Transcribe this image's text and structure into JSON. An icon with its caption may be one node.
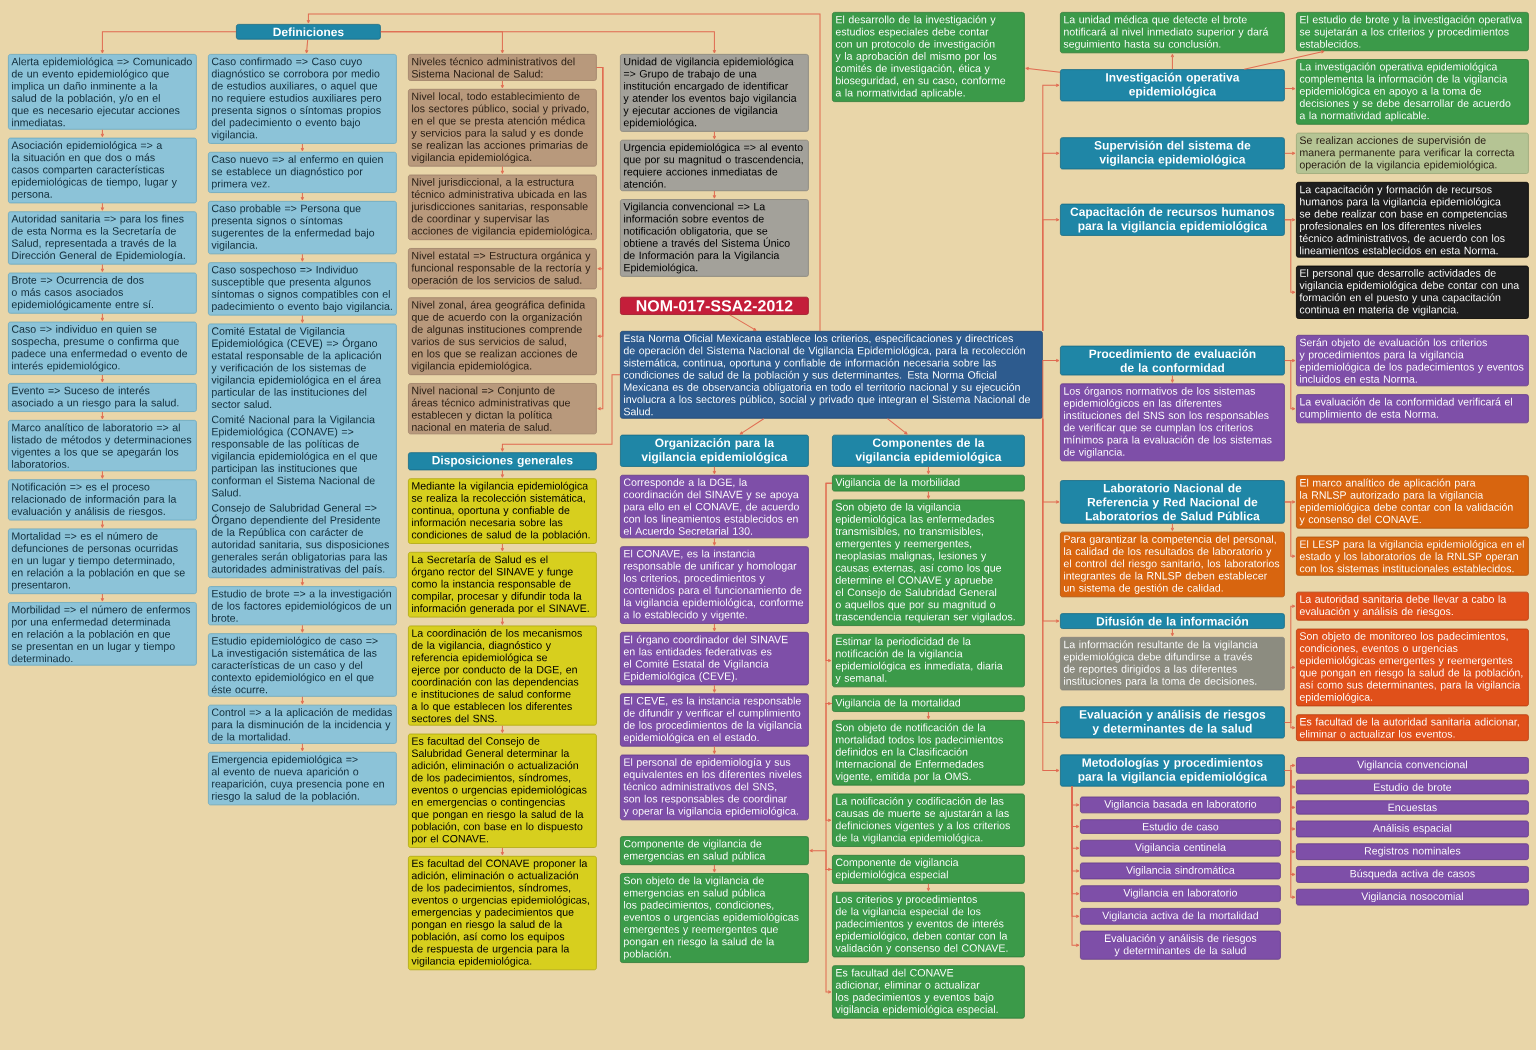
{
  "diagram": {
    "nodes": [
      {
        "text": [
          "NOM-017-SSA2-2012"
        ]
      },
      {
        "text": [
          "Esta Norma Oficial Mexicana establece los criterios, especificaciones y directrices de operación del Sistema Nacional de Vigilancia Epidemiológica, para la recolección sistemática, continua, oportuna y confiable de información necesaria sobre las condiciones de salud de la población y sus determinantes. Esta Norma Oficial Mexicana es de observancia obligatoria en todo el territorio nacional y su ejecución involucra a los sectores público, social y privado que integran el Sistema Nacional de Salud."
        ]
      },
      {
        "text": [
          "Definiciones"
        ]
      },
      {
        "text": [
          "Alerta epidemiológica => Comunicado de un evento epidemiológico que implica un daño inminente a la salud de la población, y/o en el que es necesario ejecutar acciones inmediatas."
        ]
      },
      {
        "text": [
          "Asociación epidemiológica => a la situación en que dos o más casos comparten características epidemiológicas de tiempo, lugar y persona."
        ]
      },
      {
        "text": [
          "Autoridad sanitaria => para los fines de esta Norma es la Secretaría de Salud, representada a través de la Dirección General de Epidemiología."
        ]
      },
      {
        "text": [
          "Brote => Ocurrencia de dos o más casos asociados epidemiológicamente entre sí."
        ]
      },
      {
        "text": [
          "Caso => individuo en quien se sospecha, presume o confirma que padece una enfermedad o evento de interés epidemiológico."
        ]
      },
      {
        "text": [
          "Evento => Suceso de interés asociado a un riesgo para la salud."
        ]
      },
      {
        "text": [
          "Marco analítico de laboratorio => al listado de métodos y determinaciones vigentes a los que se apegarán los laboratorios."
        ]
      },
      {
        "text": [
          "Notificación => es el proceso relacionado de información para la evaluación y análisis de riesgos."
        ]
      },
      {
        "text": [
          "Mortalidad => es el número de defunciones de personas ocurridas en un lugar y tiempo determinado, en relación a la población en que se presentaron."
        ]
      },
      {
        "text": [
          "Morbilidad => el número de enfermos por una enfermedad determinada en relación a la población en que se presentan en un lugar y tiempo determinado."
        ]
      },
      {
        "text": [
          "Caso confirmado => Caso cuyo diagnóstico se corrobora por medio de estudios auxiliares, o aquel que no requiere estudios auxiliares pero presenta signos o síntomas propios del padecimiento o evento bajo vigilancia."
        ]
      },
      {
        "text": [
          "Caso nuevo => al enfermo en quien se establece un diagnóstico por primera vez."
        ]
      },
      {
        "text": [
          "Caso probable => Persona que presenta signos o síntomas sugerentes de la enfermedad bajo vigilancia."
        ]
      },
      {
        "text": [
          "Caso sospechoso => Individuo susceptible que presenta algunos síntomas o signos compatibles con el padecimiento o evento bajo vigilancia."
        ]
      },
      {
        "text": [
          "Comité Estatal de Vigilancia Epidemiológica (CEVE) => Órgano estatal responsable de la aplicación y verificación de los sistemas de vigilancia epidemiológica en el área particular de las instituciones del sector salud.",
          "Comité Nacional para la Vigilancia Epidemiológica (CONAVE) => responsable de las políticas de vigilancia epidemiológica en el que participan las instituciones que conforman el Sistema Nacional de Salud.",
          "Consejo de Salubridad General => Órgano dependiente del Presidente de la República con carácter de autoridad sanitaria, sus disposiciones generales serán obligatorias para las autoridades administrativas del país."
        ]
      },
      {
        "text": [
          "Estudio de brote => a la investigación de los factores epidemiológicos de un brote."
        ]
      },
      {
        "text": [
          "Estudio epidemiológico de caso => La investigación sistemática de las características de un caso y del contexto epidemiológico en el que éste ocurre."
        ]
      },
      {
        "text": [
          "Control => a la aplicación de medidas para la disminución de la incidencia y de la mortalidad."
        ]
      },
      {
        "text": [
          "Emergencia epidemiológica => al evento de nueva aparición o reaparición, cuya presencia pone en riesgo la salud de la población."
        ]
      },
      {
        "text": [
          "Niveles técnico administrativos del Sistema Nacional de Salud:"
        ]
      },
      {
        "text": [
          "Nivel local, todo establecimiento de los sectores público, social y privado, en el que se presta atención médica y servicios para la salud y es donde se realizan las acciones primarias de vigilancia epidemiológica."
        ]
      },
      {
        "text": [
          "Nivel jurisdiccional, a la estructura técnico administrativa ubicada en las jurisdicciones sanitarias, responsable de coordinar y supervisar las acciones de vigilancia epidemiológica."
        ]
      },
      {
        "text": [
          "Nivel estatal => Estructura orgánica y funcional responsable de la rectoría y operación de los servicios de salud."
        ]
      },
      {
        "text": [
          "Nivel zonal, área geográfica definida que de acuerdo con la organización de algunas instituciones comprende varios de sus servicios de salud, en los que se realizan acciones de vigilancia epidemiológica."
        ]
      },
      {
        "text": [
          "Nivel nacional => Conjunto de áreas técnico administrativas que establecen y dictan la política nacional en materia de salud."
        ]
      },
      {
        "text": [
          "Unidad de vigilancia epidemiológica => Grupo de trabajo de una institución encargado de identificar y atender los eventos bajo vigilancia y ejecutar acciones de vigilancia epidemiológica."
        ]
      },
      {
        "text": [
          "Urgencia epidemiológica => al evento que por su magnitud o trascendencia, requiere acciones inmediatas de atención."
        ]
      },
      {
        "text": [
          "Vigilancia convencional => La información sobre eventos de notificación obligatoria, que se obtiene a través del Sistema Único de Información para la Vigilancia Epidemiológica."
        ]
      },
      {
        "text": [
          "Disposiciones generales"
        ]
      },
      {
        "text": [
          "Mediante la vigilancia epidemiológica se realiza la recolección sistemática, continua, oportuna y confiable de información necesaria sobre las condiciones de salud de la población."
        ]
      },
      {
        "text": [
          "La Secretaría de Salud es el órgano rector del SINAVE y funge como la instancia responsable de compilar, procesar y difundir toda la información generada por el SINAVE."
        ]
      },
      {
        "text": [
          "La coordinación de los mecanismos de la vigilancia, diagnóstico y referencia epidemiológica se ejerce por conducto de la DGE, en coordinación con las dependencias e instituciones de salud conforme a lo que establecen los diferentes sectores del SNS."
        ]
      },
      {
        "text": [
          "Es facultad del Consejo de Salubridad General determinar la adición, eliminación o actualización de los padecimientos, síndromes, eventos o urgencias epidemiológicas en emergencias o contingencias que pongan en riesgo la salud de la población, con base en lo dispuesto por el CONAVE."
        ]
      },
      {
        "text": [
          "Es facultad del CONAVE proponer la adición, eliminación o actualización de los padecimientos, síndromes, eventos o urgencias epidemiológicas, emergencias y padecimientos que pongan en riesgo la salud de la población, así como los equipos de respuesta de urgencia para la vigilancia epidemiológica."
        ]
      },
      {
        "text": [
          "Organización para la vigilancia epidemiológica"
        ]
      },
      {
        "text": [
          "Corresponde a la DGE, la coordinación del SINAVE y se apoya para ello en el CONAVE, de acuerdo con los lineamientos establecidos en el Acuerdo Secretarial 130."
        ]
      },
      {
        "text": [
          "El CONAVE, es la instancia responsable de unificar y homologar los criterios, procedimientos y contenidos para el funcionamiento de la vigilancia epidemiológica, conforme a lo establecido y vigente."
        ]
      },
      {
        "text": [
          "El órgano coordinador del SINAVE en las entidades federativas es el Comité Estatal de Vigilancia Epidemiológica (CEVE)."
        ]
      },
      {
        "text": [
          "El CEVE, es la instancia responsable de difundir y verificar el cumplimiento de los procedimientos de la vigilancia epidemiológica en el estado."
        ]
      },
      {
        "text": [
          "El personal de epidemiología y sus equivalentes en los diferentes niveles técnico administrativos del SNS, son los responsables de coordinar y operar la vigilancia epidemiológica."
        ]
      },
      {
        "text": [
          "Componentes de la vigilancia epidemiológica"
        ]
      },
      {
        "text": [
          "Vigilancia de la morbilidad"
        ]
      },
      {
        "text": [
          "Son objeto de la vigilancia epidemiológica las enfermedades transmisibles, no transmisibles, emergentes y reemergentes, neoplasias malignas, lesiones y causas externas, así como los que determine el CONAVE y apruebe el Consejo de Salubridad General o aquellos que por su magnitud o trascendencia requieran ser vigilados."
        ]
      },
      {
        "text": [
          "Estimar la periodicidad de la notificación de la vigilancia epidemiológica es inmediata, diaria y semanal."
        ]
      },
      {
        "text": [
          "Vigilancia de la mortalidad"
        ]
      },
      {
        "text": [
          "Son objeto de notificación de la mortalidad todos los padecimientos definidos en la Clasificación Internacional de Enfermedades vigente, emitida por la OMS."
        ]
      },
      {
        "text": [
          "La notificación y codificación de las causas de muerte se ajustarán a las definiciones vigentes y a los criterios de la vigilancia epidemiológica."
        ]
      },
      {
        "text": [
          "Los criterios y procedimientos de la vigilancia especial de los padecimientos y eventos de interés epidemiológico, deben contar con la validación y consenso del CONAVE."
        ]
      },
      {
        "text": [
          "Componente de vigilancia epidemiológica especial"
        ]
      },
      {
        "text": [
          "Es facultad del CONAVE adicionar, eliminar o actualizar los padecimientos y eventos bajo vigilancia epidemiológica especial."
        ]
      },
      {
        "text": [
          "Componente de vigilancia de emergencias en salud pública"
        ]
      },
      {
        "text": [
          "Son objeto de la vigilancia de emergencias en salud pública los padecimientos, condiciones, eventos o urgencias epidemiológicas emergentes y reemergentes que pongan en riesgo la salud de la población."
        ]
      },
      {
        "text": [
          "Investigación operativa epidemiológica"
        ]
      },
      {
        "text": [
          "El desarrollo de la investigación y estudios especiales debe contar con un protocolo de investigación y la aprobación del mismo por los comités de investigación, ética y bioseguridad, en su caso, conforme a la normatividad aplicable."
        ]
      },
      {
        "text": [
          "La unidad médica que detecte el brote notificará al nivel inmediato superior y dará seguimiento hasta su conclusión."
        ]
      },
      {
        "text": [
          "El estudio de brote y la investigación operativa se sujetarán a los criterios y procedimientos establecidos."
        ]
      },
      {
        "text": [
          "La investigación operativa epidemiológica complementa la información de la vigilancia epidemiológica en apoyo a la toma de decisiones y se debe desarrollar de acuerdo a la normatividad aplicable."
        ]
      },
      {
        "text": [
          "Supervisión del sistema de vigilancia epidemiológica"
        ]
      },
      {
        "text": [
          "Se realizan acciones de supervisión de manera permanente para verificar la correcta operación de la vigilancia epidemiológica."
        ]
      },
      {
        "text": [
          "Capacitación de recursos humanos para la vigilancia epidemiológica"
        ]
      },
      {
        "text": [
          "La capacitación y formación de recursos humanos para la vigilancia epidemiológica se debe realizar con base en competencias profesionales en los diferentes niveles técnico administrativos, de acuerdo con los lineamientos establecidos en esta Norma."
        ]
      },
      {
        "text": [
          "El personal que desarrolle actividades de vigilancia epidemiológica debe contar con una formación en el puesto y una capacitación continua en materia de vigilancia."
        ]
      },
      {
        "text": [
          "Los órganos normativos de los sistemas epidemiológicos en las diferentes instituciones del SNS son los responsables de verificar que se cumplan los criterios mínimos para la evaluación de los sistemas de vigilancia."
        ]
      },
      {
        "text": [
          "Serán objeto de evaluación los criterios y procedimientos para la vigilancia epidemiológica de los padecimientos y eventos incluidos en esta Norma."
        ]
      },
      {
        "text": [
          "La evaluación de la conformidad verificará el cumplimiento de esta Norma."
        ]
      },
      {
        "text": [
          "Procedimiento de evaluación de la conformidad"
        ]
      },
      {
        "text": [
          "Para garantizar la competencia del personal, la calidad de los resultados de laboratorio y el control del riesgo sanitario, los laboratorios integrantes de la RNLSP deben establecer un sistema de gestión de calidad."
        ]
      },
      {
        "text": [
          "El marco analítico de aplicación para la RNLSP autorizado para la vigilancia epidemiológica debe contar con la validación y consenso del CONAVE."
        ]
      },
      {
        "text": [
          "El LESP para la vigilancia epidemiológica en el estado y los laboratorios de la RNLSP operan con los sistemas institucionales establecidos."
        ]
      },
      {
        "text": [
          "Laboratorio Nacional de Referencia y Red Nacional de Laboratorios de Salud Pública"
        ]
      },
      {
        "text": [
          "La información resultante de la vigilancia epidemiológica debe difundirse a través de reportes dirigidos a las diferentes instituciones para la toma de decisiones."
        ]
      },
      {
        "text": [
          "Difusión de la información"
        ]
      },
      {
        "text": [
          "La autoridad sanitaria debe llevar a cabo la evaluación y análisis de riesgos."
        ]
      },
      {
        "text": [
          "Son objeto de monitoreo los padecimientos, condiciones, eventos o urgencias epidemiológicas emergentes y reemergentes que pongan en riesgo la salud de la población, así como sus determinantes, para la vigilancia epidemiológica."
        ]
      },
      {
        "text": [
          "Evaluación y análisis de riesgos y determinantes de la salud"
        ]
      },
      {
        "text": [
          "Es facultad de la autoridad sanitaria adicionar, eliminar o actualizar los eventos."
        ]
      },
      {
        "text": [
          "Metodologías y procedimientos para la vigilancia epidemiológica"
        ]
      },
      {
        "text": [
          "Vigilancia basada en laboratorio"
        ]
      },
      {
        "text": [
          "Vigilancia convencional"
        ]
      },
      {
        "text": [
          "Estudio de brote"
        ]
      },
      {
        "text": [
          "Estudio de caso"
        ]
      },
      {
        "text": [
          "Encuestas"
        ]
      },
      {
        "text": [
          "Vigilancia centinela"
        ]
      },
      {
        "text": [
          "Análisis espacial"
        ]
      },
      {
        "text": [
          "Vigilancia sindromática"
        ]
      },
      {
        "text": [
          "Registros nominales"
        ]
      },
      {
        "text": [
          "Búsqueda activa de casos"
        ]
      },
      {
        "text": [
          "Vigilancia nosocomial"
        ]
      },
      {
        "text": [
          "Vigilancia en laboratorio"
        ]
      },
      {
        "text": [
          "Vigilancia activa de la mortalidad"
        ]
      },
      {
        "text": [
          "Evaluación y análisis de riesgos y determinantes de la salud"
        ]
      }
    ],
    "edges": [
      {
        "from": 0,
        "to": 1,
        "arrow": "to"
      },
      {
        "from": 1,
        "to": 2,
        "arrow": "to"
      },
      {
        "from": 1,
        "to": 31,
        "arrow": "to"
      },
      {
        "from": 1,
        "to": 37,
        "arrow": "to"
      },
      {
        "from": 1,
        "to": 43,
        "arrow": "to"
      },
      {
        "from": 1,
        "to": 55,
        "arrow": "to"
      },
      {
        "from": 1,
        "to": 60,
        "arrow": "to"
      },
      {
        "from": 1,
        "to": 62,
        "arrow": "to"
      },
      {
        "from": 1,
        "to": 68,
        "arrow": "to"
      },
      {
        "from": 1,
        "to": 72,
        "arrow": "to"
      },
      {
        "from": 1,
        "to": 74,
        "arrow": "to"
      },
      {
        "from": 1,
        "to": 77,
        "arrow": "to"
      },
      {
        "from": 1,
        "to": 79,
        "arrow": "to"
      },
      {
        "from": 2,
        "to": 3,
        "arrow": "to"
      },
      {
        "from": 3,
        "to": 4,
        "arrow": "to"
      },
      {
        "from": 4,
        "to": 5,
        "arrow": "to"
      },
      {
        "from": 5,
        "to": 6,
        "arrow": "to"
      },
      {
        "from": 6,
        "to": 7,
        "arrow": "to"
      },
      {
        "from": 7,
        "to": 8,
        "arrow": "to"
      },
      {
        "from": 8,
        "to": 9,
        "arrow": "to"
      },
      {
        "from": 9,
        "to": 10,
        "arrow": "to"
      },
      {
        "from": 10,
        "to": 11,
        "arrow": "to"
      },
      {
        "from": 11,
        "to": 12,
        "arrow": "to"
      },
      {
        "from": 2,
        "to": 13,
        "arrow": "to"
      },
      {
        "from": 13,
        "to": 14,
        "arrow": "to"
      },
      {
        "from": 14,
        "to": 15,
        "arrow": "to"
      },
      {
        "from": 15,
        "to": 16,
        "arrow": "to"
      },
      {
        "from": 16,
        "to": 17,
        "arrow": "to"
      },
      {
        "from": 17,
        "to": 18,
        "arrow": "to"
      },
      {
        "from": 18,
        "to": 19,
        "arrow": "to"
      },
      {
        "from": 19,
        "to": 20,
        "arrow": "to"
      },
      {
        "from": 20,
        "to": 21,
        "arrow": "to"
      },
      {
        "from": 2,
        "to": 22,
        "arrow": "to"
      },
      {
        "from": 22,
        "to": 23,
        "arrow": "to"
      },
      {
        "from": 23,
        "to": 24,
        "arrow": "to"
      },
      {
        "from": 22,
        "to": 25,
        "arrow": "to"
      },
      {
        "from": 22,
        "to": 26,
        "arrow": "to"
      },
      {
        "from": 22,
        "to": 27,
        "arrow": "to"
      },
      {
        "from": 2,
        "to": 28,
        "arrow": "to"
      },
      {
        "from": 28,
        "to": 29,
        "arrow": "to"
      },
      {
        "from": 29,
        "to": 30,
        "arrow": "to"
      },
      {
        "from": 31,
        "to": 32,
        "arrow": "to"
      },
      {
        "from": 32,
        "to": 33,
        "arrow": "to"
      },
      {
        "from": 33,
        "to": 34,
        "arrow": "to"
      },
      {
        "from": 34,
        "to": 35,
        "arrow": "to"
      },
      {
        "from": 35,
        "to": 36,
        "arrow": "to"
      },
      {
        "from": 37,
        "to": 38,
        "arrow": "to"
      },
      {
        "from": 38,
        "to": 39,
        "arrow": "to"
      },
      {
        "from": 39,
        "to": 40,
        "arrow": "to"
      },
      {
        "from": 40,
        "to": 41,
        "arrow": "to"
      },
      {
        "from": 41,
        "to": 42,
        "arrow": "to"
      },
      {
        "from": 43,
        "to": 44,
        "arrow": "to"
      },
      {
        "from": 44,
        "to": 45,
        "arrow": "to"
      },
      {
        "from": 44,
        "to": 46,
        "arrow": "to"
      },
      {
        "from": 44,
        "to": 47,
        "arrow": "to"
      },
      {
        "from": 47,
        "to": 48,
        "arrow": "to"
      },
      {
        "from": 47,
        "to": 49,
        "arrow": "to"
      },
      {
        "from": 47,
        "to": 51,
        "arrow": "to"
      },
      {
        "from": 51,
        "to": 50,
        "arrow": "to"
      },
      {
        "from": 51,
        "to": 52,
        "arrow": "to"
      },
      {
        "from": 51,
        "to": 53,
        "arrow": "to"
      },
      {
        "from": 53,
        "to": 54,
        "arrow": "to"
      },
      {
        "from": 55,
        "to": 56,
        "arrow": "to"
      },
      {
        "from": 55,
        "to": 57,
        "arrow": "to"
      },
      {
        "from": 55,
        "to": 58,
        "arrow": "to"
      },
      {
        "from": 55,
        "to": 59,
        "arrow": "to"
      },
      {
        "from": 60,
        "to": 61,
        "arrow": "to"
      },
      {
        "from": 62,
        "to": 63,
        "arrow": "to"
      },
      {
        "from": 62,
        "to": 64,
        "arrow": "to"
      },
      {
        "from": 68,
        "to": 65,
        "arrow": "to"
      },
      {
        "from": 68,
        "to": 66,
        "arrow": "to"
      },
      {
        "from": 68,
        "to": 67,
        "arrow": "to"
      },
      {
        "from": 72,
        "to": 69,
        "arrow": "to"
      },
      {
        "from": 72,
        "to": 70,
        "arrow": "to"
      },
      {
        "from": 72,
        "to": 71,
        "arrow": "to"
      },
      {
        "from": 74,
        "to": 73,
        "arrow": "to"
      },
      {
        "from": 77,
        "to": 75,
        "arrow": "to"
      },
      {
        "from": 77,
        "to": 76,
        "arrow": "to"
      },
      {
        "from": 77,
        "to": 78,
        "arrow": "to"
      },
      {
        "from": 79,
        "to": 80,
        "arrow": "to"
      },
      {
        "from": 79,
        "to": 81,
        "arrow": "to"
      },
      {
        "from": 79,
        "to": 82,
        "arrow": "to"
      },
      {
        "from": 79,
        "to": 83,
        "arrow": "to"
      },
      {
        "from": 79,
        "to": 84,
        "arrow": "to"
      },
      {
        "from": 79,
        "to": 85,
        "arrow": "to"
      },
      {
        "from": 79,
        "to": 86,
        "arrow": "to"
      },
      {
        "from": 79,
        "to": 87,
        "arrow": "to"
      },
      {
        "from": 79,
        "to": 88,
        "arrow": "to"
      },
      {
        "from": 79,
        "to": 89,
        "arrow": "to"
      },
      {
        "from": 79,
        "to": 90,
        "arrow": "to"
      },
      {
        "from": 79,
        "to": 91,
        "arrow": "to"
      },
      {
        "from": 79,
        "to": 92,
        "arrow": "to"
      },
      {
        "from": 79,
        "to": 93,
        "arrow": "to"
      }
    ]
  }
}
